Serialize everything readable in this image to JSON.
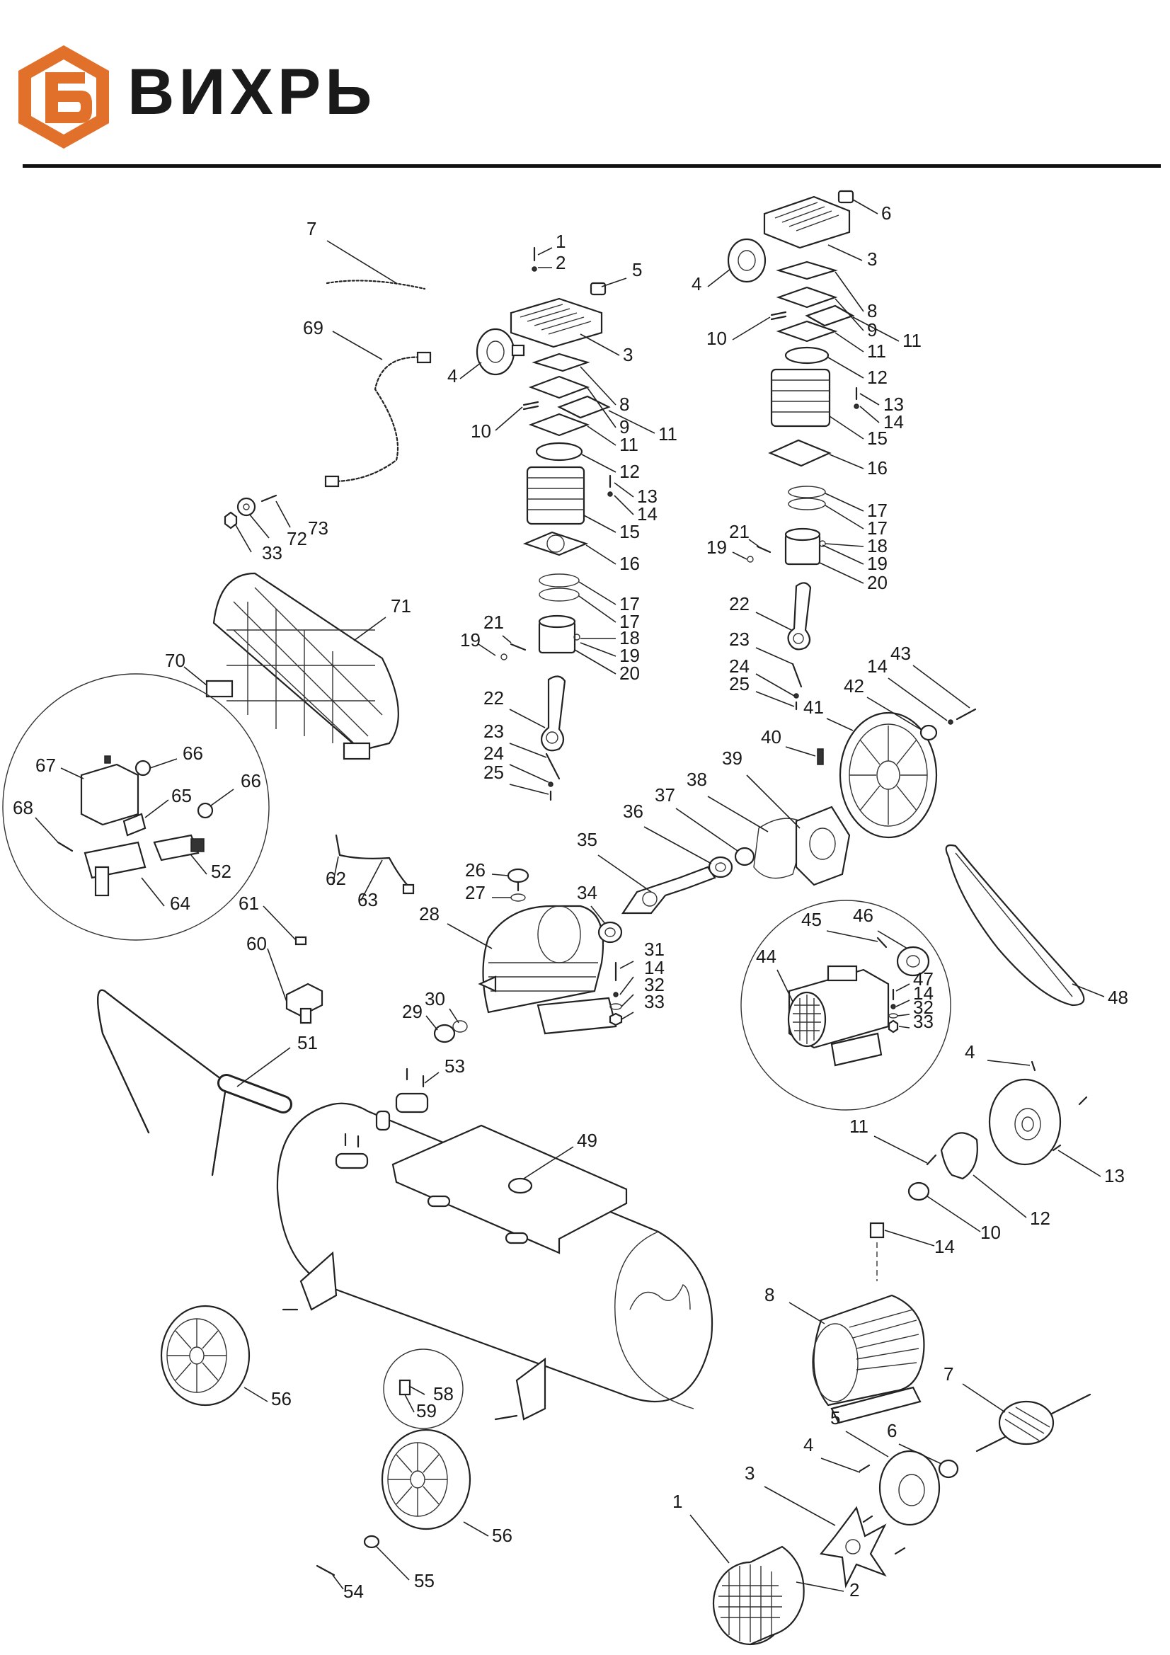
{
  "brand": {
    "name": "ВИХРЬ",
    "logo_color": "#e0702a"
  },
  "callouts": [
    {
      "id": "head-left-screw",
      "text": "1"
    },
    {
      "id": "head-left-washer",
      "text": "2"
    },
    {
      "id": "head-left-valve-plate-cover",
      "text": "3"
    },
    {
      "id": "head-left-filter",
      "text": "4"
    },
    {
      "id": "head-left-fitting",
      "text": "5"
    },
    {
      "id": "hose-7",
      "text": "7"
    },
    {
      "id": "hose-69",
      "text": "69"
    },
    {
      "id": "head-left-gasket-8",
      "text": "8"
    },
    {
      "id": "head-left-valve-9",
      "text": "9"
    },
    {
      "id": "head-left-reed-10",
      "text": "10"
    },
    {
      "id": "head-left-valve-11a",
      "text": "11"
    },
    {
      "id": "head-left-valve-11b",
      "text": "11"
    },
    {
      "id": "head-left-gasket-12",
      "text": "12"
    },
    {
      "id": "head-left-bolt-13",
      "text": "13"
    },
    {
      "id": "head-left-washer-14",
      "text": "14"
    },
    {
      "id": "head-left-cylinder-15",
      "text": "15"
    },
    {
      "id": "head-left-gasket-16",
      "text": "16"
    },
    {
      "id": "head-left-ring-17a",
      "text": "17"
    },
    {
      "id": "head-left-ring-17b",
      "text": "17"
    },
    {
      "id": "head-left-ring-18",
      "text": "18"
    },
    {
      "id": "head-left-clip-19a",
      "text": "19"
    },
    {
      "id": "head-left-clip-19b",
      "text": "19"
    },
    {
      "id": "head-left-piston-20",
      "text": "20"
    },
    {
      "id": "head-left-pin-21",
      "text": "21"
    },
    {
      "id": "head-left-rod-22",
      "text": "22"
    },
    {
      "id": "head-left-cap-23",
      "text": "23"
    },
    {
      "id": "head-left-washer-24",
      "text": "24"
    },
    {
      "id": "head-left-bolt-25",
      "text": "25"
    },
    {
      "id": "head-right-cover-3",
      "text": "3"
    },
    {
      "id": "head-right-filter-4",
      "text": "4"
    },
    {
      "id": "head-right-fitting-6",
      "text": "6"
    },
    {
      "id": "head-right-gasket-8",
      "text": "8"
    },
    {
      "id": "head-right-valve-9",
      "text": "9"
    },
    {
      "id": "head-right-reed-10",
      "text": "10"
    },
    {
      "id": "head-right-valve-11a",
      "text": "11"
    },
    {
      "id": "head-right-valve-11b",
      "text": "11"
    },
    {
      "id": "head-right-gasket-12",
      "text": "12"
    },
    {
      "id": "head-right-bolt-13",
      "text": "13"
    },
    {
      "id": "head-right-washer-14",
      "text": "14"
    },
    {
      "id": "head-right-cylinder-15",
      "text": "15"
    },
    {
      "id": "head-right-gasket-16",
      "text": "16"
    },
    {
      "id": "head-right-ring-17a",
      "text": "17"
    },
    {
      "id": "head-right-ring-17b",
      "text": "17"
    },
    {
      "id": "head-right-ring-18",
      "text": "18"
    },
    {
      "id": "head-right-clip-19a",
      "text": "19"
    },
    {
      "id": "head-right-clip-19b",
      "text": "19"
    },
    {
      "id": "head-right-piston-20",
      "text": "20"
    },
    {
      "id": "head-right-pin-21",
      "text": "21"
    },
    {
      "id": "head-right-rod-22",
      "text": "22"
    },
    {
      "id": "head-right-cap-23",
      "text": "23"
    },
    {
      "id": "head-right-washer-24",
      "text": "24"
    },
    {
      "id": "head-right-bolt-25",
      "text": "25"
    },
    {
      "id": "nut-33-top",
      "text": "33"
    },
    {
      "id": "washer-72",
      "text": "72"
    },
    {
      "id": "bolt-73",
      "text": "73"
    },
    {
      "id": "belt-guard-71",
      "text": "71"
    },
    {
      "id": "guard-bracket-70",
      "text": "70"
    },
    {
      "id": "pressure-switch-67",
      "text": "67"
    },
    {
      "id": "gauge-66a",
      "text": "66"
    },
    {
      "id": "gauge-66b",
      "text": "66"
    },
    {
      "id": "fitting-65",
      "text": "65"
    },
    {
      "id": "valve-68",
      "text": "68"
    },
    {
      "id": "manifold-64",
      "text": "64"
    },
    {
      "id": "quick-coupler-52",
      "text": "52"
    },
    {
      "id": "pipe-62",
      "text": "62"
    },
    {
      "id": "pipe-63",
      "text": "63"
    },
    {
      "id": "fitting-61",
      "text": "61"
    },
    {
      "id": "check-valve-60",
      "text": "60"
    },
    {
      "id": "cap-26",
      "text": "26"
    },
    {
      "id": "seal-27",
      "text": "27"
    },
    {
      "id": "crankcase-28",
      "text": "28"
    },
    {
      "id": "plug-29",
      "text": "29"
    },
    {
      "id": "seal-30",
      "text": "30"
    },
    {
      "id": "bolt-31",
      "text": "31"
    },
    {
      "id": "washer-14-cc",
      "text": "14"
    },
    {
      "id": "washer-32-cc",
      "text": "32"
    },
    {
      "id": "nut-33-cc",
      "text": "33"
    },
    {
      "id": "bearing-34",
      "text": "34"
    },
    {
      "id": "crankshaft-35",
      "text": "35"
    },
    {
      "id": "bearing-36",
      "text": "36"
    },
    {
      "id": "seal-37",
      "text": "37"
    },
    {
      "id": "gasket-38",
      "text": "38"
    },
    {
      "id": "cover-39",
      "text": "39"
    },
    {
      "id": "key-40",
      "text": "40"
    },
    {
      "id": "flywheel-41",
      "text": "41"
    },
    {
      "id": "washer-42",
      "text": "42"
    },
    {
      "id": "bolt-43",
      "text": "43"
    },
    {
      "id": "washer-14-fw",
      "text": "14"
    },
    {
      "id": "motor-44",
      "text": "44"
    },
    {
      "id": "key-45",
      "text": "45"
    },
    {
      "id": "pulley-46",
      "text": "46"
    },
    {
      "id": "bolt-47",
      "text": "47"
    },
    {
      "id": "washer-14-m",
      "text": "14"
    },
    {
      "id": "washer-32-m",
      "text": "32"
    },
    {
      "id": "nut-33-m",
      "text": "33"
    },
    {
      "id": "belt-48",
      "text": "48"
    },
    {
      "id": "handle-51",
      "text": "51"
    },
    {
      "id": "bolt-53",
      "text": "53"
    },
    {
      "id": "tank-49",
      "text": "49"
    },
    {
      "id": "wheel-56a",
      "text": "56"
    },
    {
      "id": "wheel-56b",
      "text": "56"
    },
    {
      "id": "drain-58",
      "text": "58"
    },
    {
      "id": "seal-59",
      "text": "59"
    },
    {
      "id": "pin-54",
      "text": "54"
    },
    {
      "id": "washer-55",
      "text": "55"
    },
    {
      "id": "m-screw-4a",
      "text": "4"
    },
    {
      "id": "m-screw-11",
      "text": "11"
    },
    {
      "id": "m-endcap-13",
      "text": "13"
    },
    {
      "id": "m-holder-12",
      "text": "12"
    },
    {
      "id": "m-bearing-10",
      "text": "10"
    },
    {
      "id": "m-terminal-14",
      "text": "14"
    },
    {
      "id": "m-stator-8",
      "text": "8"
    },
    {
      "id": "m-rotor-7",
      "text": "7"
    },
    {
      "id": "m-bearing-6",
      "text": "6"
    },
    {
      "id": "m-endshield-5",
      "text": "5"
    },
    {
      "id": "m-screw-4b",
      "text": "4"
    },
    {
      "id": "m-fan-3",
      "text": "3"
    },
    {
      "id": "m-fancover-1",
      "text": "1"
    },
    {
      "id": "m-clip-2",
      "text": "2"
    }
  ]
}
